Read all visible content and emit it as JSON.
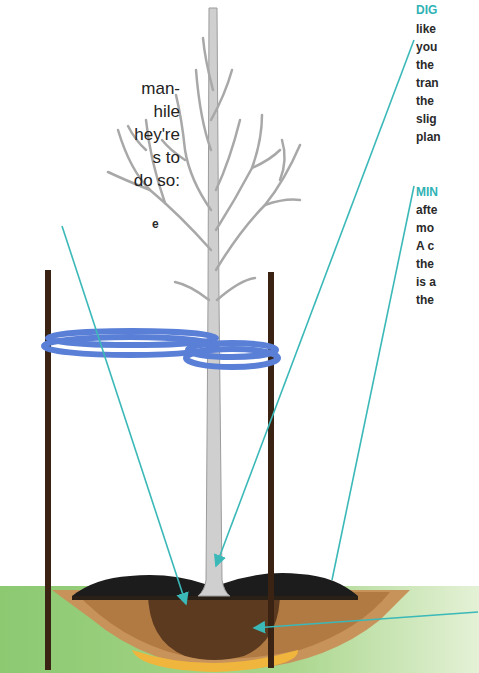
{
  "diagram": {
    "labels": [
      "man-",
      "hile",
      "hey're",
      "s to",
      "do so:",
      "e",
      "DIG",
      "like",
      "you",
      "the",
      "tran",
      "the",
      "slig",
      "plan",
      "MIN",
      "afte",
      "mo",
      "A c",
      "the",
      "is a",
      "the"
    ]
  }
}
